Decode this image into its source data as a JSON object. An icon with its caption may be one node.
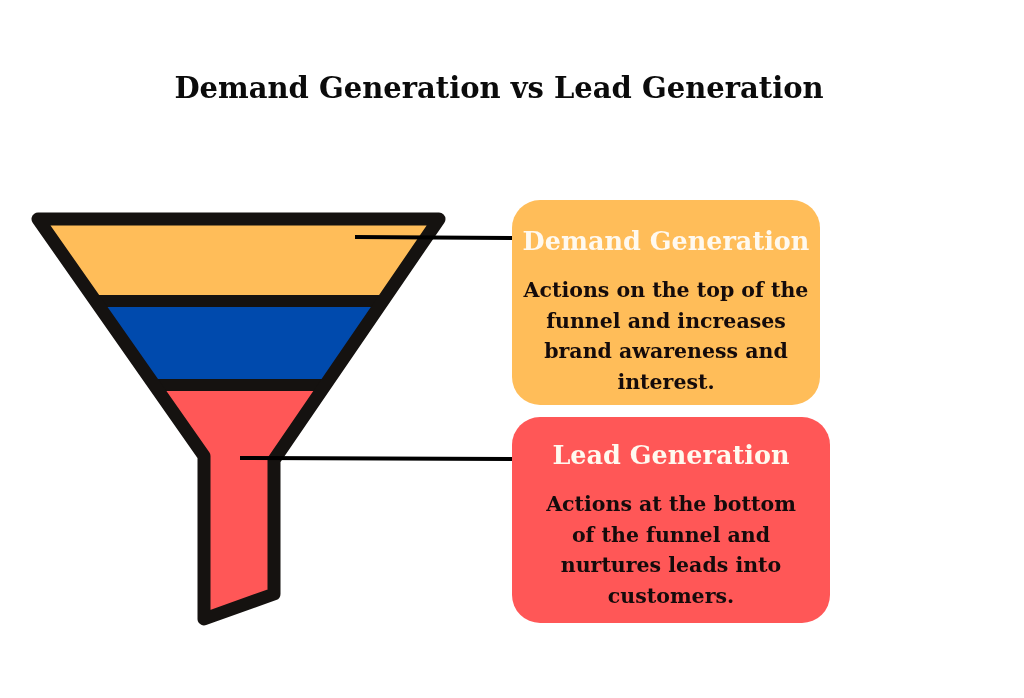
{
  "diagram": {
    "title": "Demand Generation vs Lead Generation",
    "nodes": [
      {
        "text": [],
        "shape": "band"
      },
      {
        "text": [
          "Demand Generation",
          "Actions on the top of the funnel and increases brand awareness and interest."
        ]
      },
      {
        "text": [],
        "shape": "spout"
      },
      {
        "text": [
          "Lead Generation",
          "Actions at the bottom of the funnel and nurtures leads into customers."
        ]
      }
    ],
    "edges": [
      {
        "from": 1,
        "to": 0,
        "arrow": "none"
      },
      {
        "from": 3,
        "to": 2,
        "arrow": "none"
      }
    ]
  }
}
